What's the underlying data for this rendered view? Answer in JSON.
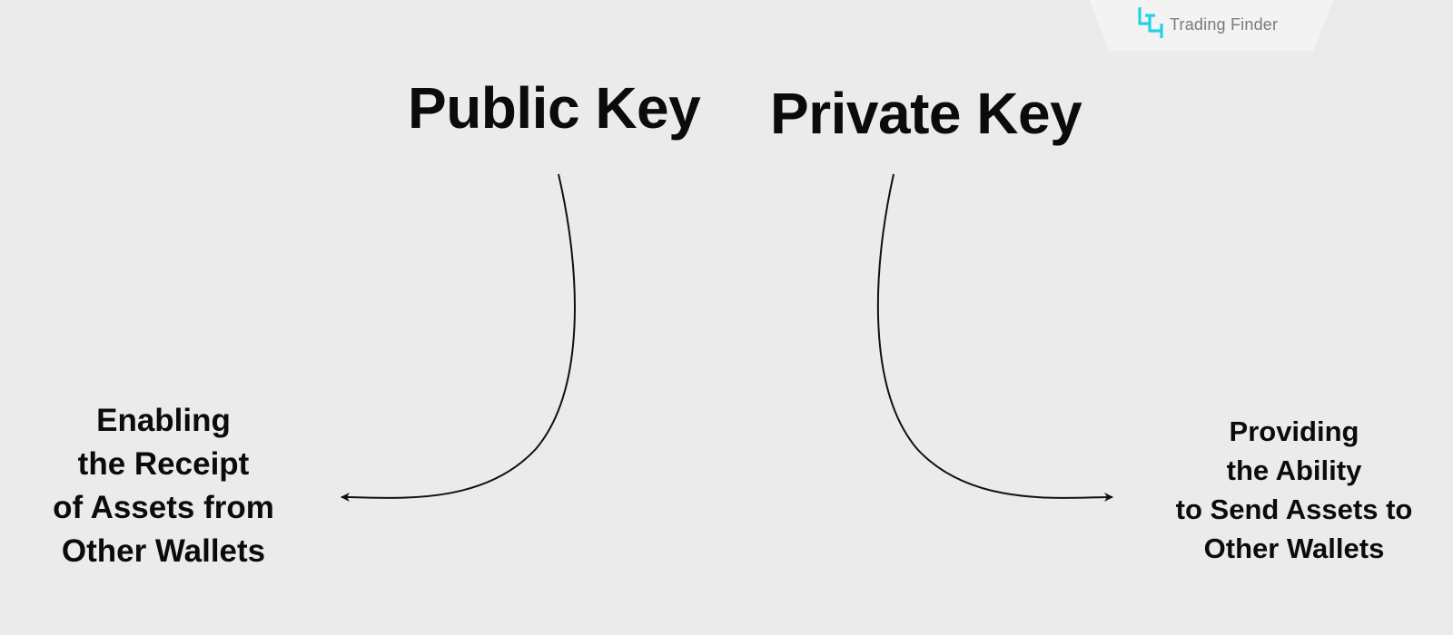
{
  "brand": {
    "name": "Trading Finder",
    "logo_icon": "trading-finder-logo-icon",
    "accent_color": "#22d3e6"
  },
  "public_key": {
    "title": "Public Key",
    "description": [
      "Enabling",
      "the Receipt",
      "of Assets from",
      "Other Wallets"
    ]
  },
  "private_key": {
    "title": "Private Key",
    "description": [
      "Providing",
      "the Ability",
      "to Send Assets to",
      "Other Wallets"
    ]
  },
  "colors": {
    "background": "#ebebeb",
    "text": "#0b0b0b",
    "arrow": "#111111"
  }
}
